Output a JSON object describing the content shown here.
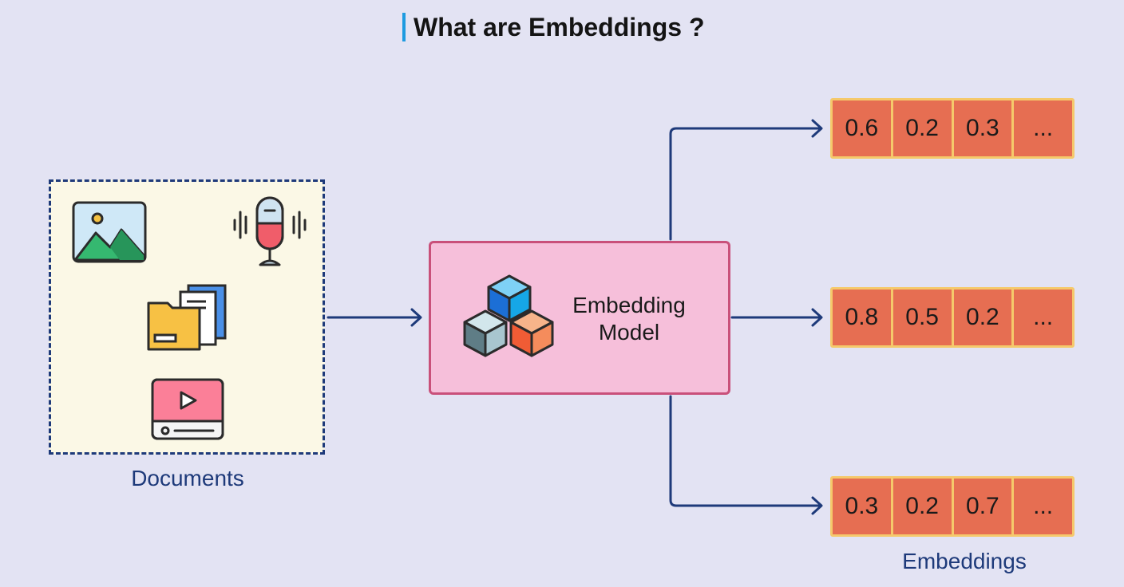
{
  "title": "What are Embeddings ?",
  "documents_label": "Documents",
  "model": {
    "line1": "Embedding",
    "line2": "Model"
  },
  "embeddings_label": "Embeddings",
  "vectors": [
    [
      "0.6",
      "0.2",
      "0.3",
      "..."
    ],
    [
      "0.8",
      "0.5",
      "0.2",
      "..."
    ],
    [
      "0.3",
      "0.2",
      "0.7",
      "..."
    ]
  ],
  "icons": [
    "image-icon",
    "microphone-icon",
    "folder-files-icon",
    "video-player-icon",
    "cubes-icon"
  ],
  "colors": {
    "background": "#e3e3f3",
    "arrow": "#1e3a7a",
    "vector_fill": "#e66e52",
    "vector_border": "#f5c96b",
    "model_fill": "#f6bfda",
    "model_border": "#c9507a",
    "docs_fill": "#fbf8e6",
    "title_accent": "#1e9be0"
  }
}
